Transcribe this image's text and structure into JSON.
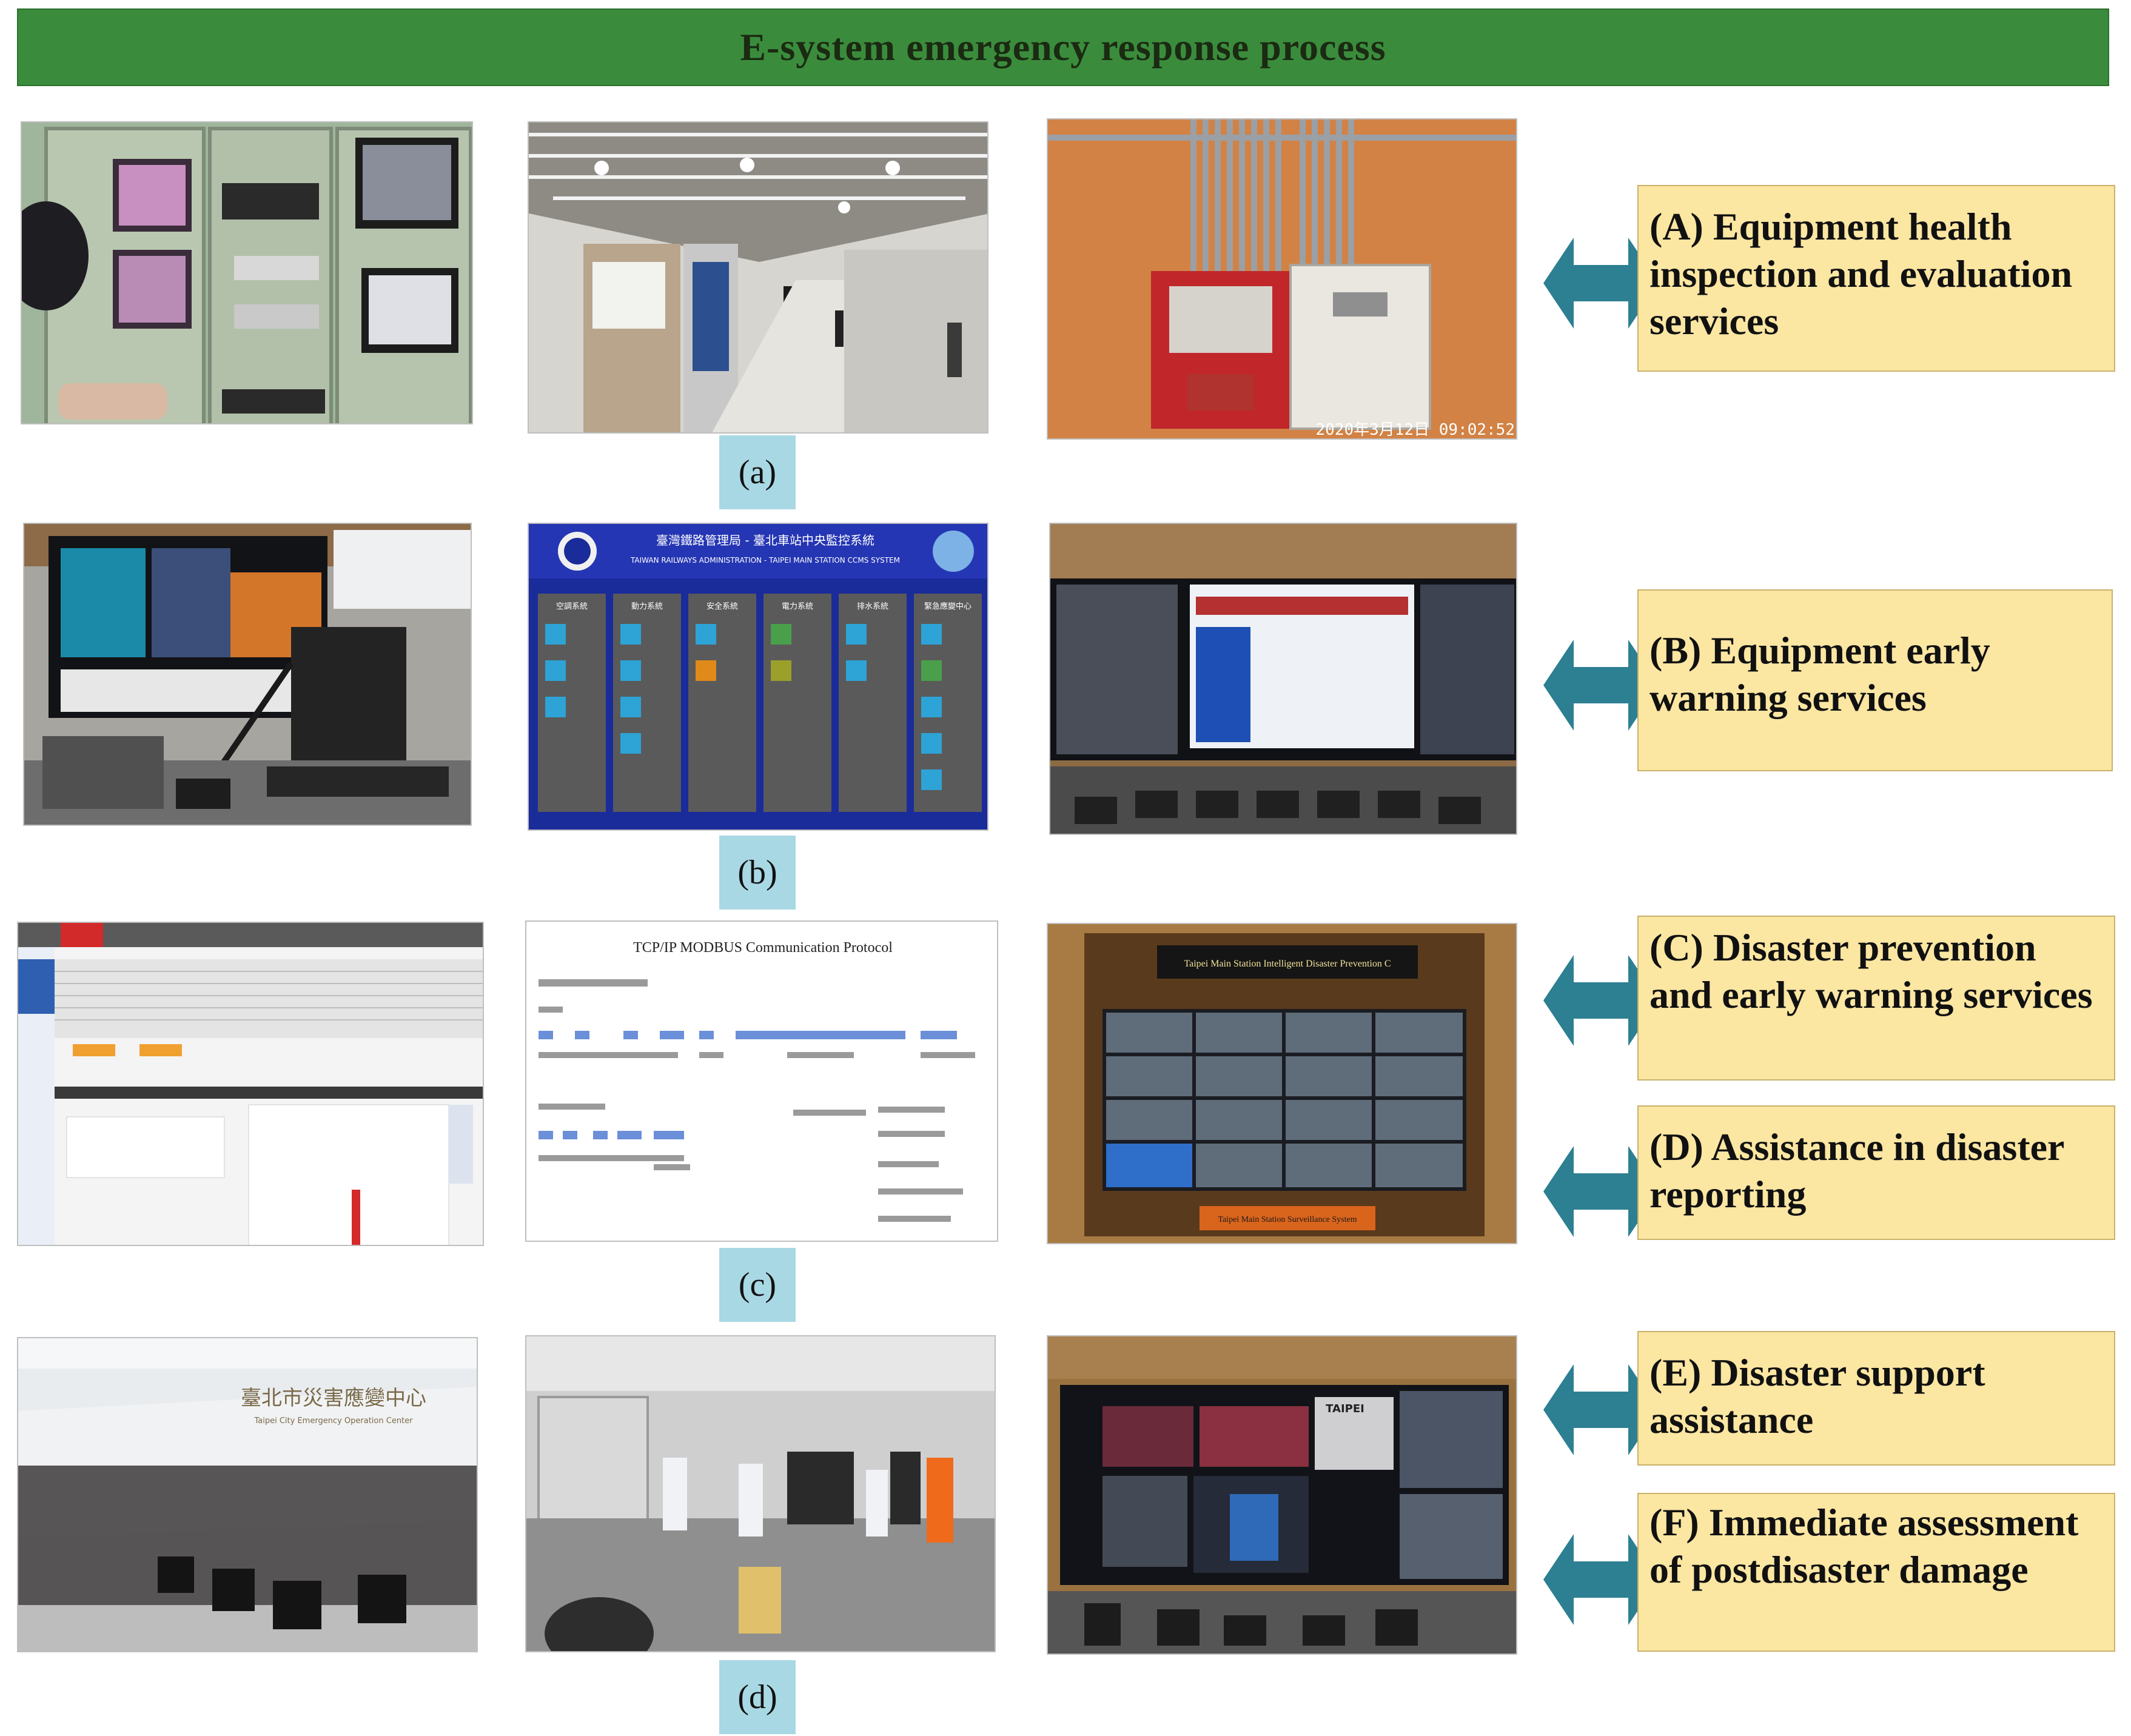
{
  "title": "E-system emergency response process",
  "colors": {
    "banner": "#3a8c3c",
    "label_bg": "#a8d8e4",
    "box_bg": "#fbe6a2",
    "arrow": "#2d7f92"
  },
  "rows": [
    {
      "label": "(a)"
    },
    {
      "label": "(b)"
    },
    {
      "label": "(c)"
    },
    {
      "label": "(d)"
    }
  ],
  "services": [
    {
      "text": "(A) Equipment health inspection and evaluation services"
    },
    {
      "text": "(B) Equipment early warning services"
    },
    {
      "text": "(C) Disaster prevention and early warning services"
    },
    {
      "text": "(D) Assistance in disaster reporting"
    },
    {
      "text": "(E) Disaster support assistance"
    },
    {
      "text": "(F) Immediate assessment of postdisaster damage"
    }
  ],
  "embedded": {
    "photo_timestamp": "2020年3月12日 09:02:52",
    "ccs_title": "臺灣鐵路管理局 - 臺北車站中央監控系統",
    "ccs_subtitle": "TAIWAN RAILWAYS ADMINISTRATION - TAIPEI MAIN STATION CCMS SYSTEM",
    "ccs_columns": [
      "空調系統",
      "動力系統",
      "安全系統",
      "電力系統",
      "排水系統",
      "緊急應變中心"
    ],
    "protocol_title": "TCP/IP MODBUS Communication Protocol",
    "wall_banner": "Taipei Main Station Intelligent Disaster Prevention C",
    "wall_footer": "Taipei Main Station Surveillance System",
    "eoc_sign": "臺北市災害應變中心",
    "eoc_sub": "Taipei City Emergency Operation Center",
    "wall_tag": "TAIPEI"
  }
}
